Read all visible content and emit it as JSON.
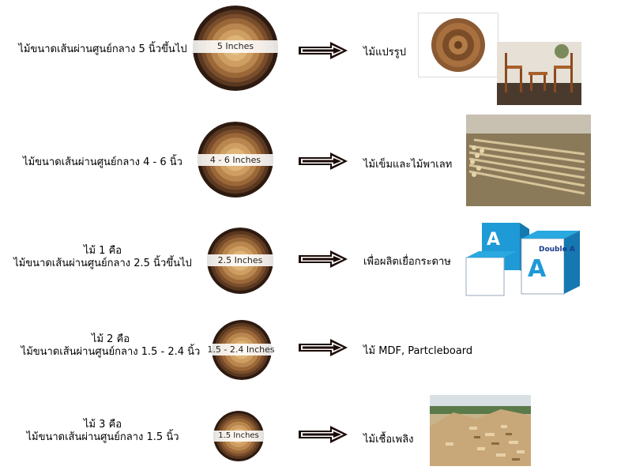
{
  "rows": [
    {
      "label_lines": [
        "ไม้ขนาดเส้นผ่านศูนย์กลาง 5 นิ้วขึ้นไป"
      ],
      "size": "5 Inches",
      "product": "ไม้แปรรูป",
      "image": "furniture-and-carved-wood-photo"
    },
    {
      "label_lines": [
        "ไม้ขนาดเส้นผ่านศูนย์กลาง 4 - 6 นิ้ว"
      ],
      "size": "4 - 6 Inches",
      "product": "ไม้เข็มและไม้พาเลท",
      "image": "stacked-logs-photo"
    },
    {
      "label_lines": [
        "ไม้ 1 คือ",
        "ไม้ขนาดเส้นผ่านศูนย์กลาง 2.5 นิ้วขึ้นไป"
      ],
      "size": "2.5 Inches",
      "product": "เพื่อผลิตเยื่อกระดาษ",
      "image": "paper-reams-photo"
    },
    {
      "label_lines": [
        "ไม้ 2 คือ",
        "ไม้ขนาดเส้นผ่านศูนย์กลาง 1.5 - 2.4 นิ้ว"
      ],
      "size": "1.5 - 2.4 Inches",
      "product": "ไม้ MDF, Partcleboard",
      "image": ""
    },
    {
      "label_lines": [
        "ไม้ 3 คือ",
        "ไม้ขนาดเส้นผ่านศูนย์กลาง 1.5  นิ้ว"
      ],
      "size": "1.5 Inches",
      "product": "ไม้เชื้อเพลิง",
      "image": "wood-chips-photo"
    }
  ],
  "photo_texts": {
    "paper_brand": "Double A"
  },
  "colors": {
    "bark": "#3a2418",
    "ring_dark": "#6b4426",
    "ring_light": "#c9935a",
    "core": "#e8b878",
    "arrow": "#1a0a05"
  }
}
